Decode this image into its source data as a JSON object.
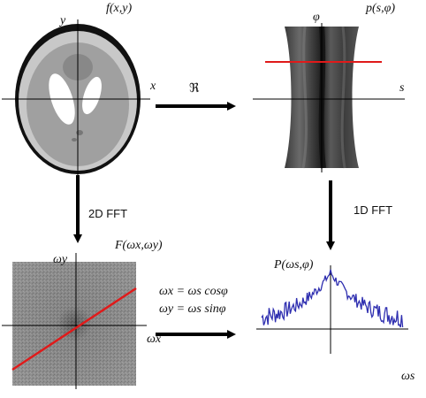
{
  "panels": {
    "image": {
      "title": "f(x,y)",
      "x_label": "x",
      "y_label": "y"
    },
    "sinogram": {
      "title": "p(s,φ)",
      "x_label": "s",
      "y_label": "φ"
    },
    "spectrum2d": {
      "title": "F(ωx,ωy)",
      "x_label": "ωx",
      "y_label": "ωy"
    },
    "profile1d": {
      "title": "P(ωs,φ)",
      "x_label": "ωs"
    }
  },
  "arrows": {
    "radon": "ℜ",
    "fft2d": "2D FFT",
    "fft1d": "1D FFT"
  },
  "equations": {
    "wx": "ωx = ωs cosφ",
    "wy": "ωy = ωs sinφ"
  },
  "colors": {
    "slice_line": "#e01a1a",
    "spectrum_curve": "#2f2fb0",
    "ellipse_fill": "#c8c8c8",
    "ellipse_rim": "#111111"
  }
}
